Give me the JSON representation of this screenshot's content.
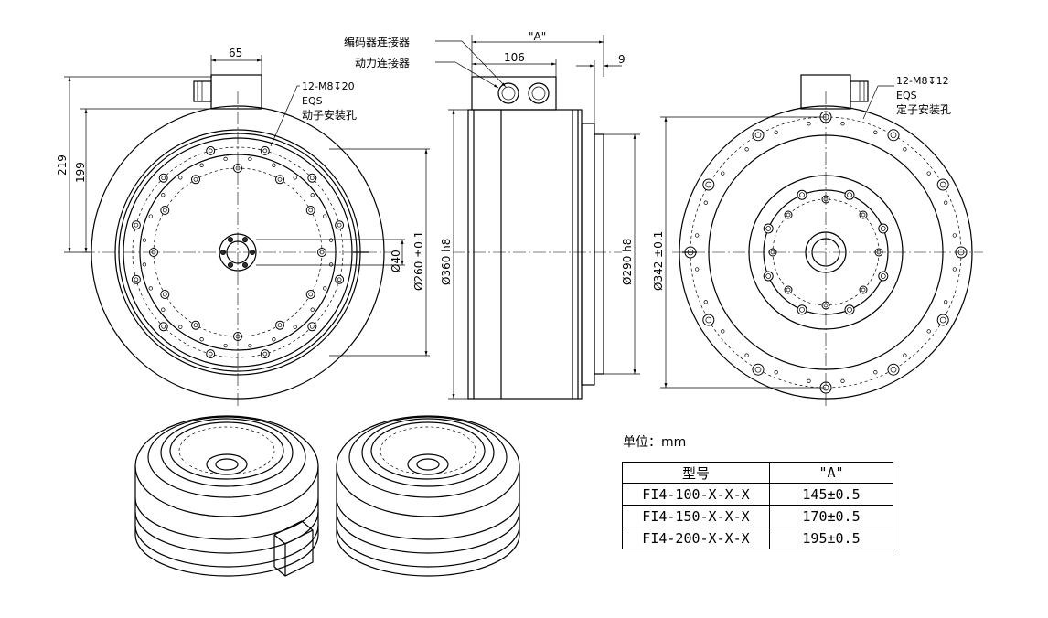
{
  "front_view": {
    "dim_width": "65",
    "dim_height_outer": "219",
    "dim_height_inner": "199",
    "hole_note_line1": "12-M8↧20",
    "hole_note_line2": "EQS",
    "hole_note_line3": "动子安装孔",
    "dim_center_bore": "Ø40",
    "dim_pcd": "Ø260 ±0.1"
  },
  "side_view": {
    "encoder_connector_label": "编码器连接器",
    "power_connector_label": "动力连接器",
    "dim_length": "\"A\"",
    "dim_106": "106",
    "dim_9": "9",
    "dim_outer_dia": "Ø360 h8",
    "dim_pilot_dia": "Ø290 h8"
  },
  "rear_view": {
    "hole_note_line1": "12-M8↧12",
    "hole_note_line2": "EQS",
    "hole_note_line3": "定子安装孔",
    "dim_pcd": "Ø342 ±0.1"
  },
  "unit_label": "单位：mm",
  "spec_table": {
    "headers": [
      "型号",
      "\"A\""
    ],
    "rows": [
      [
        "FI4-100-X-X-X",
        "145±0.5"
      ],
      [
        "FI4-150-X-X-X",
        "170±0.5"
      ],
      [
        "FI4-200-X-X-X",
        "195±0.5"
      ]
    ]
  }
}
